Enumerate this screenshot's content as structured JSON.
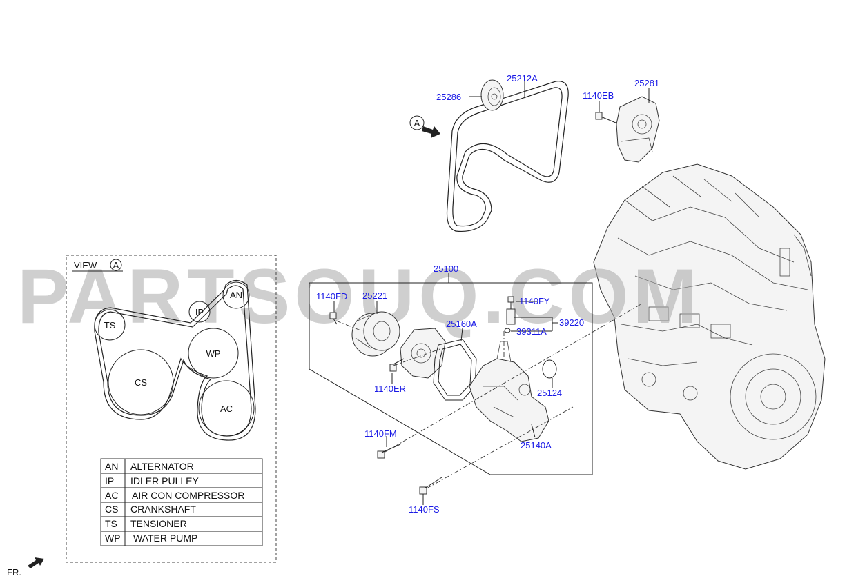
{
  "parts": {
    "p25212A": "25212A",
    "p25286": "25286",
    "p1140EB": "1140EB",
    "p25281": "25281",
    "p25100": "25100",
    "p1140FD": "1140FD",
    "p25221": "25221",
    "p1140FY": "1140FY",
    "p25160A": "25160A",
    "p39220": "39220",
    "p39311A": "39311A",
    "p1140ER": "1140ER",
    "p25124": "25124",
    "p1140FM": "1140FM",
    "p25140A": "25140A",
    "p1140FS": "1140FS"
  },
  "view_marker": {
    "letter": "A"
  },
  "view_box": {
    "title": "VIEW",
    "letter": "A"
  },
  "pulleys": {
    "AN": "AN",
    "IP": "IP",
    "TS": "TS",
    "WP": "WP",
    "CS": "CS",
    "AC": "AC"
  },
  "legend": [
    {
      "code": "AN",
      "name": "ALTERNATOR"
    },
    {
      "code": "IP",
      "name": "IDLER PULLEY"
    },
    {
      "code": "AC",
      "name": "AIR CON COMPRESSOR"
    },
    {
      "code": "CS",
      "name": "CRANKSHAFT"
    },
    {
      "code": "TS",
      "name": "TENSIONER"
    },
    {
      "code": "WP",
      "name": "WATER PUMP"
    }
  ],
  "front_label": "FR.",
  "watermark": "PARTSOUQ.COM"
}
